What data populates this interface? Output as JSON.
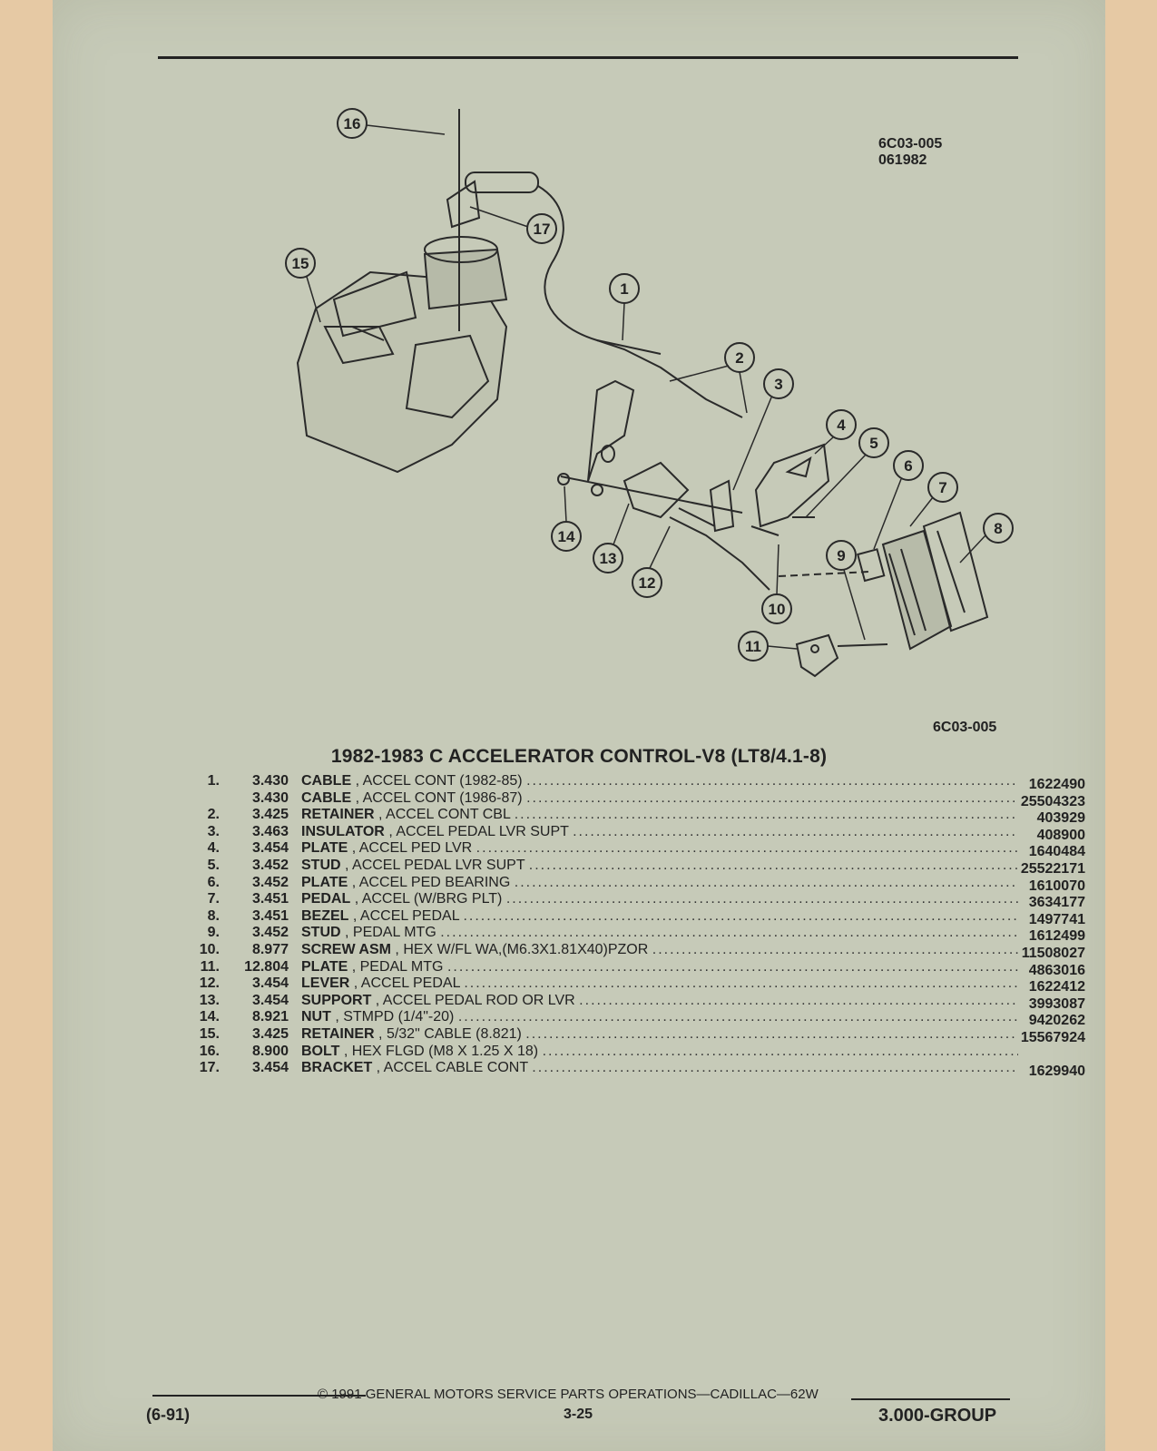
{
  "drawing_code": [
    "6C03-005",
    "061982"
  ],
  "figure_code": "6C03-005",
  "callouts": [
    "1",
    "2",
    "3",
    "4",
    "5",
    "6",
    "7",
    "8",
    "9",
    "10",
    "11",
    "12",
    "13",
    "14",
    "15",
    "16",
    "17"
  ],
  "title": "1982-1983 C ACCELERATOR CONTROL-V8 (LT8/4.1-8)",
  "parts": [
    {
      "index": "1.",
      "group": "3.430",
      "name": "CABLE",
      "desc": ", ACCEL CONT (1982-85)",
      "part_no": "1622490"
    },
    {
      "index": "",
      "group": "3.430",
      "name": "CABLE",
      "desc": ", ACCEL CONT (1986-87)",
      "part_no": "25504323"
    },
    {
      "index": "2.",
      "group": "3.425",
      "name": "RETAINER",
      "desc": ", ACCEL CONT CBL",
      "part_no": "403929"
    },
    {
      "index": "3.",
      "group": "3.463",
      "name": "INSULATOR",
      "desc": ", ACCEL PEDAL LVR SUPT",
      "part_no": "408900"
    },
    {
      "index": "4.",
      "group": "3.454",
      "name": "PLATE",
      "desc": ", ACCEL PED LVR",
      "part_no": "1640484"
    },
    {
      "index": "5.",
      "group": "3.452",
      "name": "STUD",
      "desc": ", ACCEL PEDAL LVR SUPT",
      "part_no": "25522171"
    },
    {
      "index": "6.",
      "group": "3.452",
      "name": "PLATE",
      "desc": ", ACCEL PED BEARING",
      "part_no": "1610070"
    },
    {
      "index": "7.",
      "group": "3.451",
      "name": "PEDAL",
      "desc": ", ACCEL (W/BRG PLT)",
      "part_no": "3634177"
    },
    {
      "index": "8.",
      "group": "3.451",
      "name": "BEZEL",
      "desc": ", ACCEL PEDAL",
      "part_no": "1497741"
    },
    {
      "index": "9.",
      "group": "3.452",
      "name": "STUD",
      "desc": ", PEDAL MTG",
      "part_no": "1612499"
    },
    {
      "index": "10.",
      "group": "8.977",
      "name": "SCREW ASM",
      "desc": ", HEX W/FL WA,(M6.3X1.81X40)PZOR",
      "part_no": "11508027"
    },
    {
      "index": "11.",
      "group": "12.804",
      "name": "PLATE",
      "desc": ", PEDAL MTG",
      "part_no": "4863016"
    },
    {
      "index": "12.",
      "group": "3.454",
      "name": "LEVER",
      "desc": ", ACCEL PEDAL",
      "part_no": "1622412"
    },
    {
      "index": "13.",
      "group": "3.454",
      "name": "SUPPORT",
      "desc": ", ACCEL PEDAL ROD OR LVR",
      "part_no": "3993087"
    },
    {
      "index": "14.",
      "group": "8.921",
      "name": "NUT",
      "desc": ", STMPD (1/4\"-20)",
      "part_no": "9420262"
    },
    {
      "index": "15.",
      "group": "3.425",
      "name": "RETAINER",
      "desc": ", 5/32\" CABLE (8.821)",
      "part_no": "15567924"
    },
    {
      "index": "16.",
      "group": "8.900",
      "name": "BOLT",
      "desc": ", HEX FLGD (M8 X 1.25 X 18)",
      "part_no": ""
    },
    {
      "index": "17.",
      "group": "3.454",
      "name": "BRACKET",
      "desc": ", ACCEL CABLE CONT",
      "part_no": "1629940"
    }
  ],
  "footer": {
    "copyright": "© 1991 GENERAL MOTORS SERVICE PARTS OPERATIONS—CADILLAC—62W",
    "date_code": "(6-91)",
    "page": "3-25",
    "group": "3.000-GROUP"
  }
}
